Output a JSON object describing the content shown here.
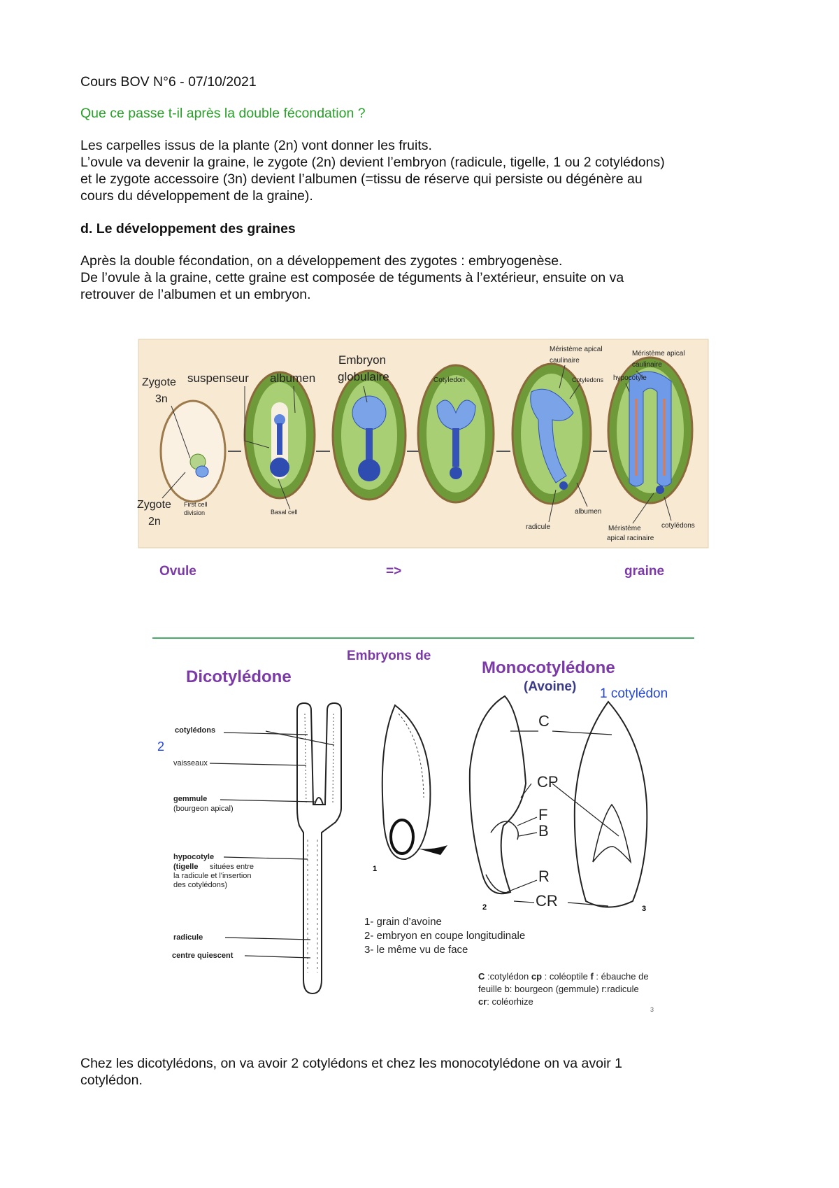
{
  "header": {
    "title": "Cours BOV N°6 - 07/10/2021"
  },
  "intro": {
    "question": "Que ce passe t-il après la double fécondation ?",
    "lines": [
      "Les carpelles issus de la plante (2n) vont donner les fruits.",
      "L’ovule va devenir la graine, le zygote (2n) devient l’embryon (radicule, tigelle, 1 ou 2 cotylédons)",
      "et le zygote accessoire (3n) devient l’albumen (=tissu de réserve qui persiste ou dégénère au",
      "cours du développement de la graine)."
    ]
  },
  "section_d": {
    "heading": "d. Le développement des graines",
    "lines": [
      "Après la double fécondation, on a développement des zygotes : embryogenèse.",
      "De l’ovule à la graine, cette graine est composée de téguments à l’extérieur, ensuite on va",
      "retrouver de l’albumen et un embryon."
    ]
  },
  "figure1": {
    "labels": {
      "zygote3n_a": "Zygote",
      "zygote3n_b": "3n",
      "suspenseur": "suspenseur",
      "albumen": "albumen",
      "embryon_a": "Embryon",
      "embryon_b": "globulaire",
      "cotyledon": "Cotyledon",
      "meristeme_caul1_a": "Méristème apical",
      "meristeme_caul1_b": "caulinaire",
      "cotyledons_small": "Cotyledons",
      "meristeme_caul2_a": "Méristème apical",
      "meristeme_caul2_b": "caulinaire",
      "hypocotyle": "hypocotyle",
      "zygote2n_a": "Zygote",
      "zygote2n_b": "2n",
      "first_cell_a": "First cell",
      "first_cell_b": "division",
      "basal_cell": "Basal cell",
      "albumen2": "albumen",
      "radicule": "radicule",
      "meristeme_rac_a": "Méristème",
      "meristeme_rac_b": "apical racinaire",
      "cotyledons2": "cotylédons"
    },
    "caption": {
      "left": "Ovule",
      "middle": "=>",
      "right": "graine"
    }
  },
  "figure2": {
    "title_top": "Embryons de",
    "dico": "Dicotylédone",
    "mono": "Monocotylédone",
    "avoine": "(Avoine)",
    "one_cot": "1 cotylédon",
    "two": "2",
    "dico_labels": {
      "cotyledons": "cotylédons",
      "vaisseaux": "vaisseaux",
      "gemmule": "gemmule",
      "gemmule_sub": "(bourgeon apical)",
      "hypocotyle": "hypocotyle",
      "tigelle_a": "situées entre",
      "tigelle_b": "la radicule et l'insertion",
      "tigelle_c": "des cotylédons)",
      "tigelle_bold": "(tigelle",
      "radicule": "radicule",
      "centre": "centre quiescent"
    },
    "mono_letters": {
      "c": "C",
      "cp": "CP",
      "f": "F",
      "b": "B",
      "r": "R",
      "cr": "CR"
    },
    "numbers": {
      "n1": "1",
      "n2": "2",
      "n3": "3"
    },
    "legend": [
      "1- grain d’avoine",
      "2- embryon en coupe longitudinale",
      "3- le même vu de face"
    ],
    "abbrev": {
      "c": "C",
      "c_def": " :cotylédon ",
      "cp": "cp",
      "cp_def": " : coléoptile ",
      "f": "f",
      "f_def": " : ébauche de",
      "line2": "feuille b: bourgeon (gemmule) r:radicule",
      "cr": "cr",
      "cr_def": ": coléorhize"
    },
    "page_num": "3"
  },
  "conclusion": {
    "lines": [
      "Chez les dicotylédons, on va avoir 2 cotylédons et chez les monocotylédone on va avoir 1",
      "cotylédon."
    ]
  }
}
